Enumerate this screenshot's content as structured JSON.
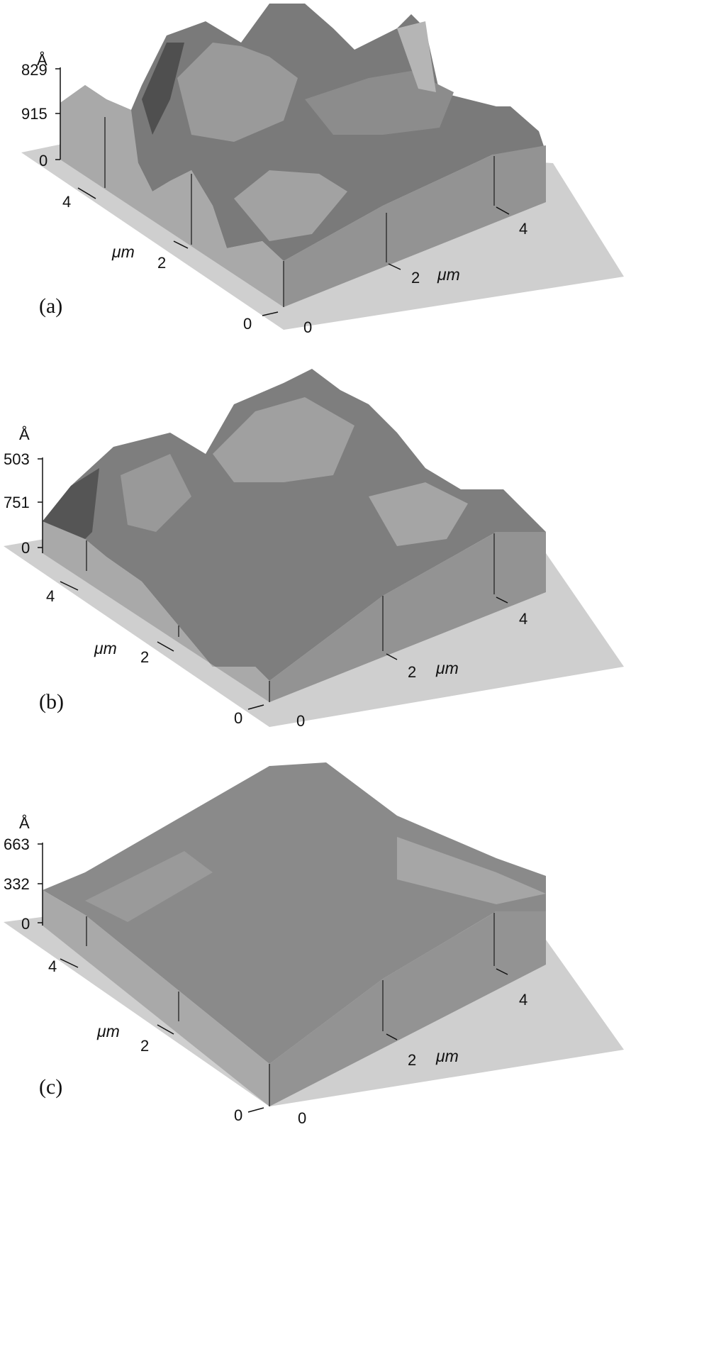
{
  "figure": {
    "panels": [
      {
        "label": "(a)",
        "z_unit": "Å",
        "z_ticks": [
          "829",
          "915",
          "0"
        ],
        "left_axis": {
          "ticks": [
            "4",
            "2",
            "0"
          ],
          "unit": "μm"
        },
        "right_axis": {
          "ticks": [
            "0",
            "2",
            "4"
          ],
          "unit": "μm"
        },
        "roughness": "coarse"
      },
      {
        "label": "(b)",
        "z_unit": "Å",
        "z_ticks": [
          "503",
          "751",
          "0"
        ],
        "left_axis": {
          "ticks": [
            "4",
            "2",
            "0"
          ],
          "unit": "μm"
        },
        "right_axis": {
          "ticks": [
            "0",
            "2",
            "4"
          ],
          "unit": "μm"
        },
        "roughness": "medium"
      },
      {
        "label": "(c)",
        "z_unit": "Å",
        "z_ticks": [
          "663",
          "332",
          "0"
        ],
        "left_axis": {
          "ticks": [
            "4",
            "2",
            "0"
          ],
          "unit": "μm"
        },
        "right_axis": {
          "ticks": [
            "0",
            "2",
            "4"
          ],
          "unit": "μm"
        },
        "roughness": "fine"
      }
    ]
  }
}
